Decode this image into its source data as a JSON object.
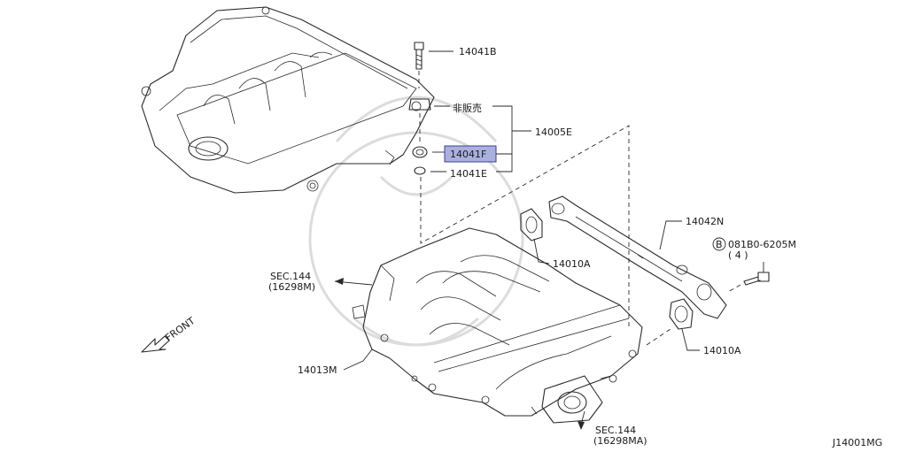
{
  "diagram_code": "J14001MG",
  "labels": {
    "bolt_top": "14041B",
    "not_sold": "非販売",
    "cover_assy": "14005E",
    "grommet_highlight": "14041F",
    "washer": "14041E",
    "bracket": "14042N",
    "gasket_left": "14010A",
    "gasket_right": "14010A",
    "bolt_callout_circle": "B",
    "bolt_callout_number": "081B0-6205M",
    "bolt_callout_qty": "( 4 )",
    "sec_left_line1": "SEC.144",
    "sec_left_line2": "(16298M)",
    "sec_bottom_line1": "SEC.144",
    "sec_bottom_line2": "(16298MA)",
    "front": "FRONT",
    "manifold": "14013M"
  },
  "colors": {
    "highlight_fill": "#aab0de",
    "highlight_stroke": "#3b3f8a",
    "line": "#2a2a2a",
    "watermark": "#dcdcdc"
  }
}
